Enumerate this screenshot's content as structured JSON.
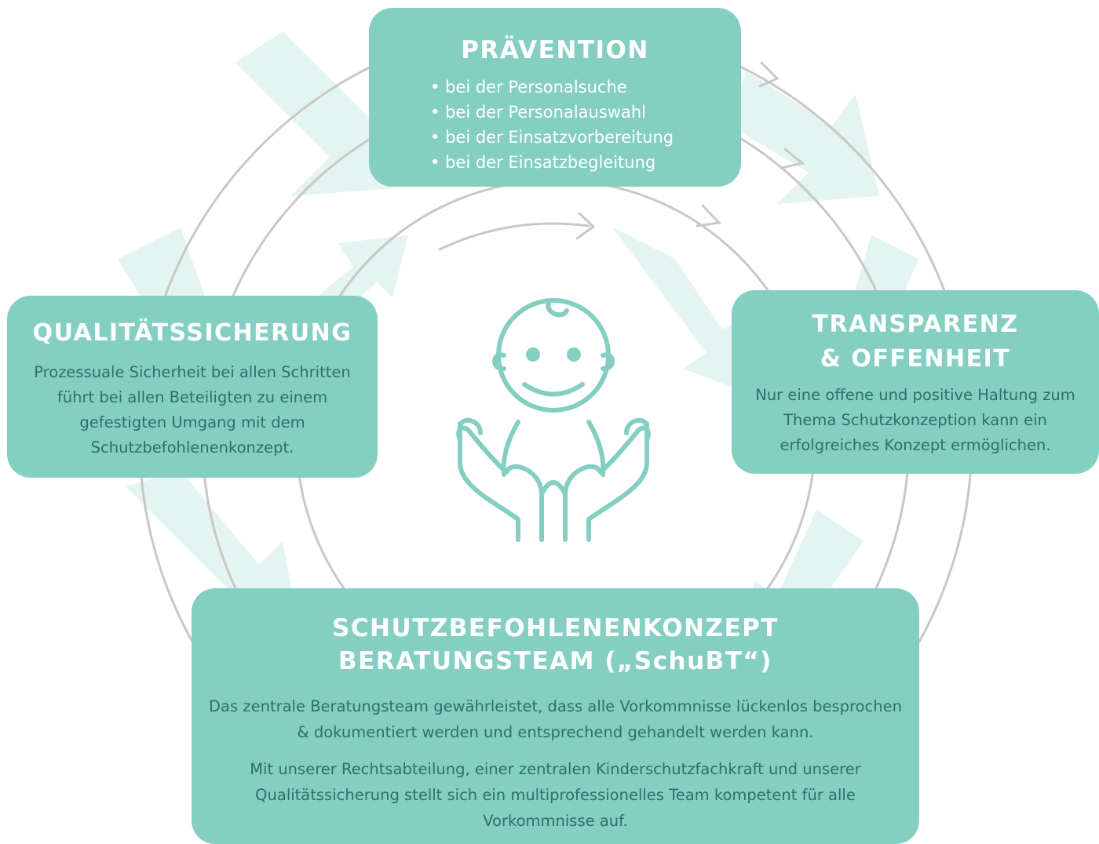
{
  "colors": {
    "box": "#84cfc1",
    "heading_text": "#ffffff",
    "body_text": "#2f6f69",
    "icon": "#84cfc1",
    "circle_line": "#c8c8c8",
    "arrow_fill": "#e4f4f0"
  },
  "center_icon": "baby-in-hands-icon",
  "praevention": {
    "title": "PRÄVENTION",
    "items": [
      "bei der Personalsuche",
      "bei der Personalauswahl",
      "bei der Einsatzvorbereitung",
      "bei der Einsatzbegleitung"
    ]
  },
  "qualitaet": {
    "title": "QUALITÄTSSICHERUNG",
    "text": "Prozessuale Sicherheit bei allen Schritten führt bei allen Beteiligten zu einem gefestigten Umgang mit dem Schutzbefohlenenkonzept."
  },
  "transparenz": {
    "title_line1": "TRANSPARENZ",
    "title_line2": "& OFFENHEIT",
    "text": "Nur eine offene und positive Haltung zum Thema Schutzkonzeption kann ein erfolgreiches Konzept ermöglichen."
  },
  "schubt": {
    "title_line1": "SCHUTZBEFOHLENENKONZEPT",
    "title_line2": "BERATUNGSTEAM („SchuBT“)",
    "paragraph1": "Das zentrale Beratungsteam gewährleistet, dass alle Vorkommnisse lückenlos besprochen & dokumentiert werden und entsprechend gehandelt werden kann.",
    "paragraph2": "Mit unserer Rechtsabteilung, einer zentralen Kinderschutzfachkraft und unserer Qualitätssicherung stellt sich ein multiprofessionelles Team kompetent für alle Vorkommnisse auf."
  }
}
